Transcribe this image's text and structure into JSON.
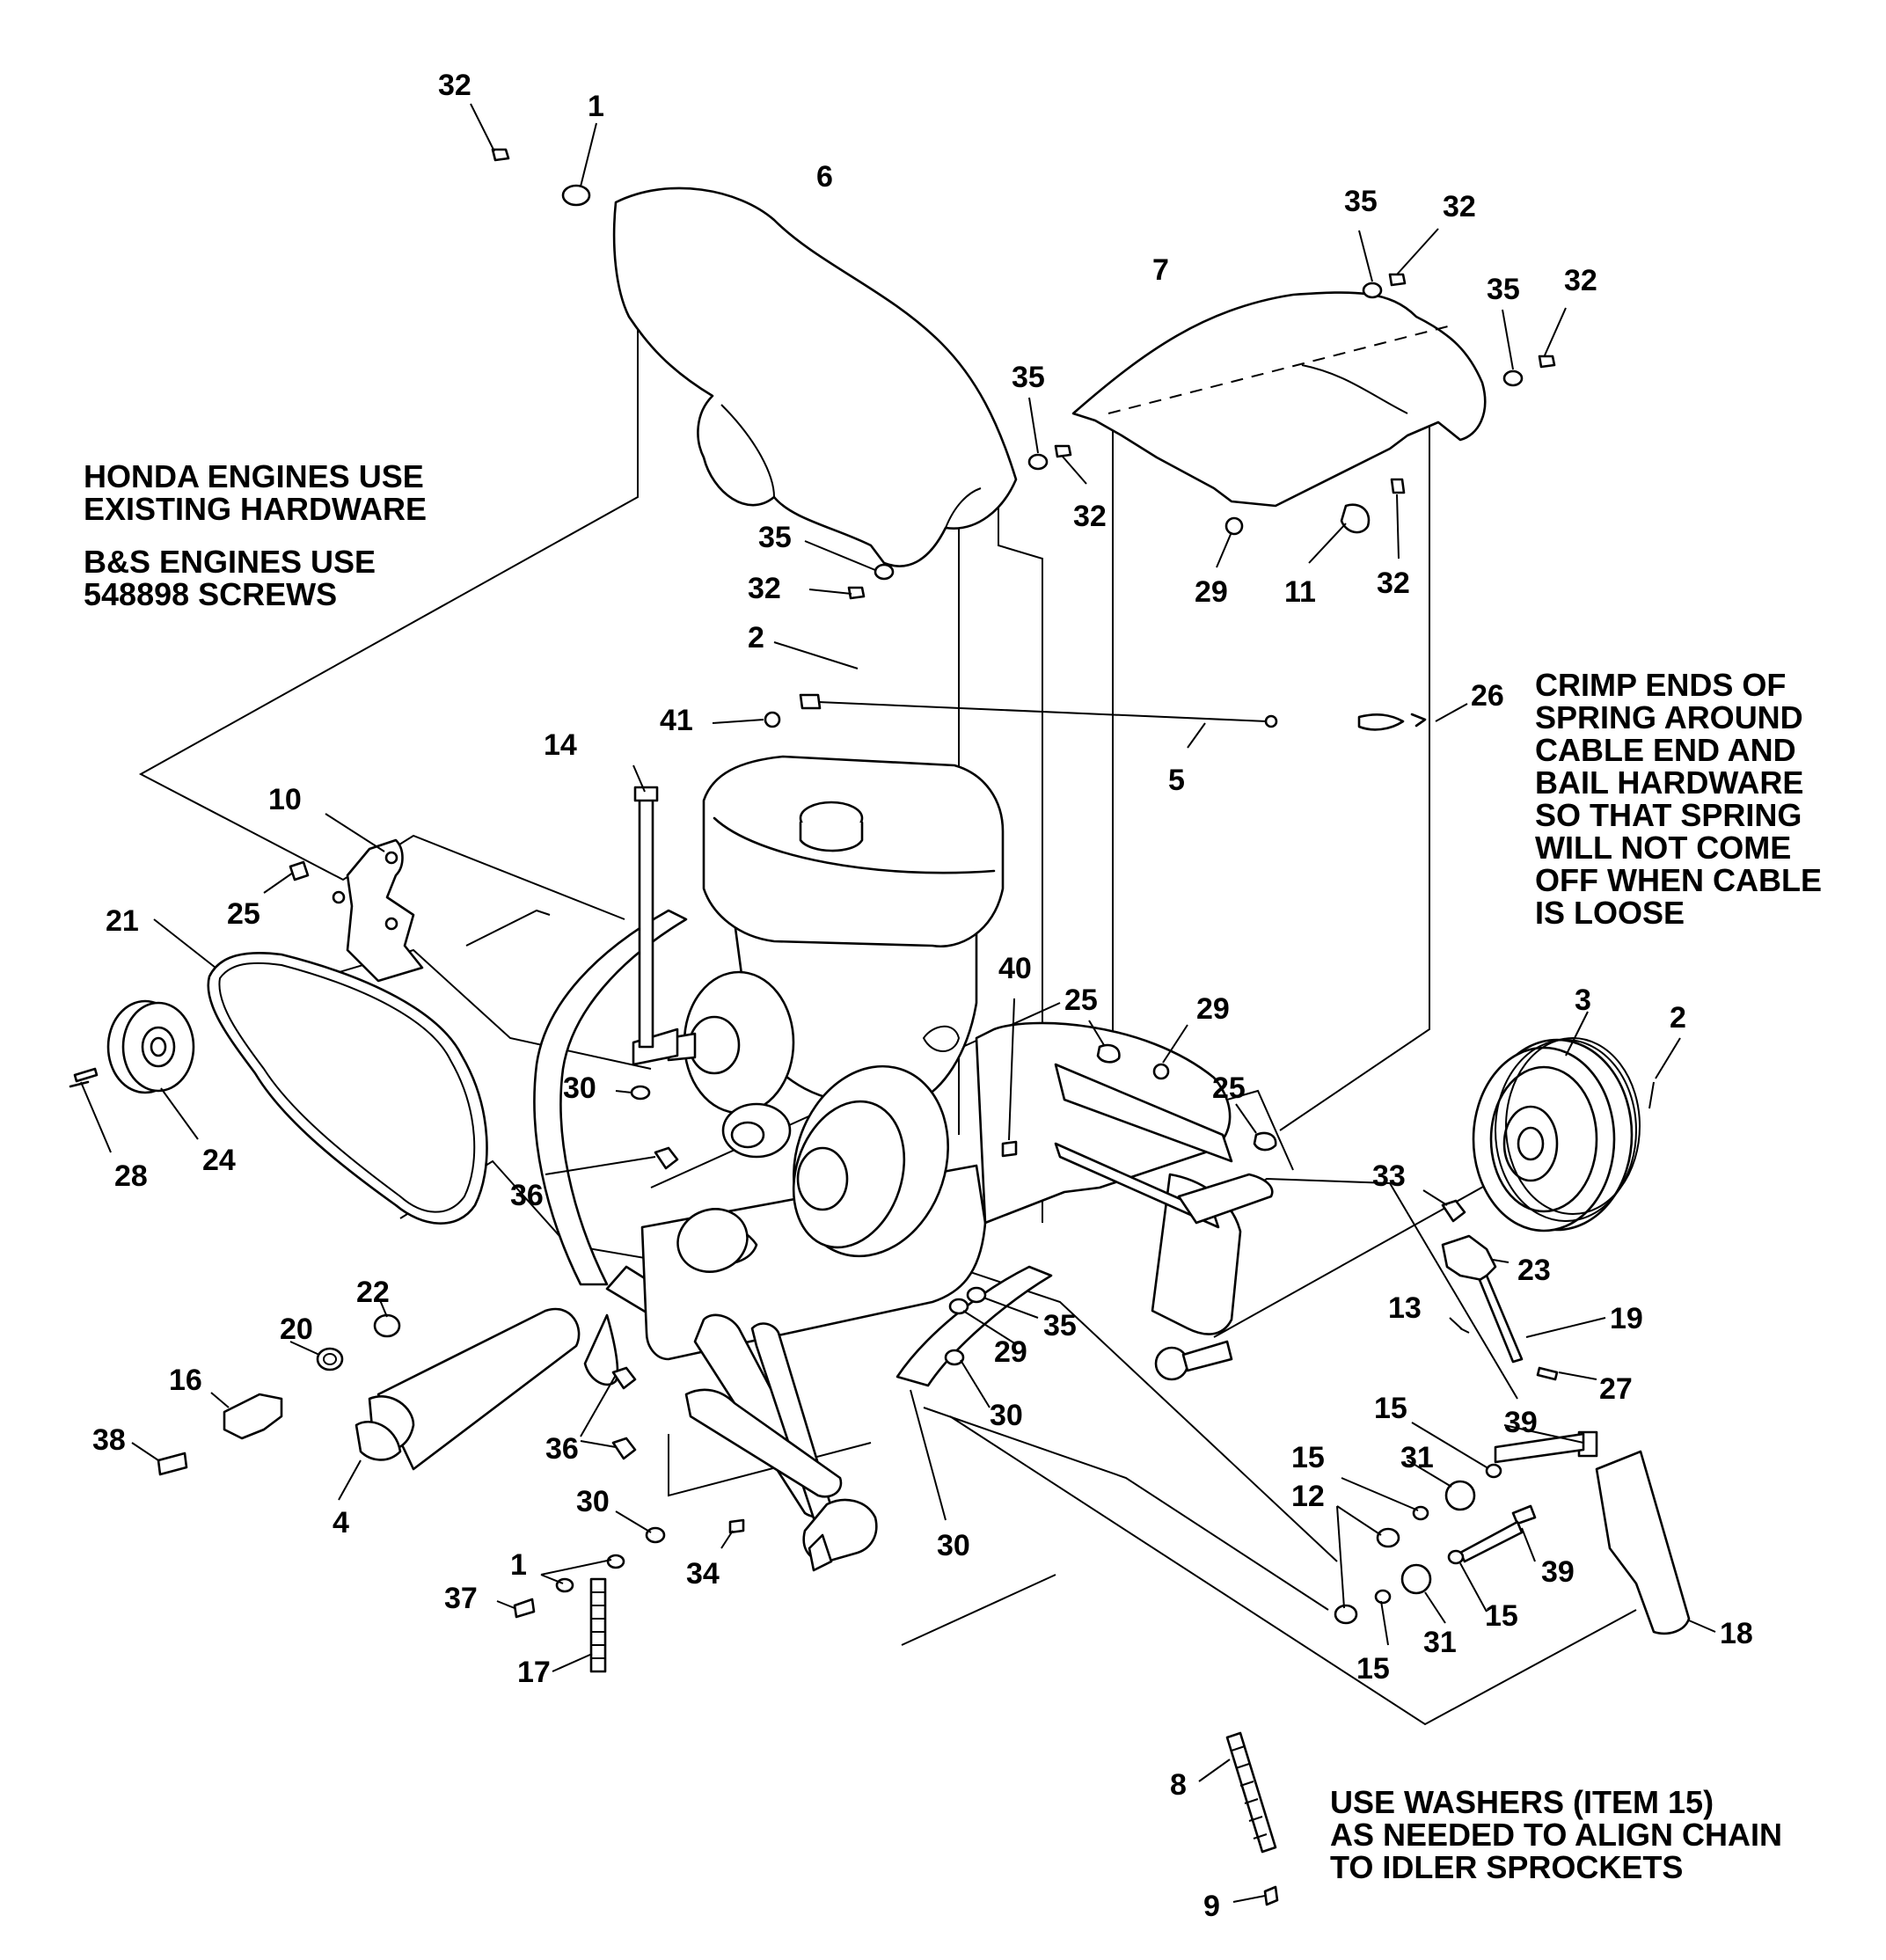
{
  "notes": {
    "honda": "HONDA ENGINES USE\nEXISTING HARDWARE",
    "bs": "B&S ENGINES USE\n548898 SCREWS",
    "crimp": "CRIMP ENDS OF\nSPRING AROUND\nCABLE END AND\nBAIL HARDWARE\nSO THAT SPRING\nWILL NOT COME\nOFF WHEN CABLE\nIS LOOSE",
    "washers": "USE WASHERS (ITEM 15)\nAS NEEDED TO ALIGN CHAIN\nTO IDLER SPROCKETS"
  },
  "callouts": [
    {
      "id": "c-32-a",
      "text": "32"
    },
    {
      "id": "c-1-a",
      "text": "1"
    },
    {
      "id": "c-6",
      "text": "6"
    },
    {
      "id": "c-35-a",
      "text": "35"
    },
    {
      "id": "c-32-b",
      "text": "32"
    },
    {
      "id": "c-7",
      "text": "7"
    },
    {
      "id": "c-35-b",
      "text": "35"
    },
    {
      "id": "c-32-c",
      "text": "32"
    },
    {
      "id": "c-35-c",
      "text": "35"
    },
    {
      "id": "c-32-d",
      "text": "32"
    },
    {
      "id": "c-35-d",
      "text": "35"
    },
    {
      "id": "c-32-e",
      "text": "32"
    },
    {
      "id": "c-29-a",
      "text": "29"
    },
    {
      "id": "c-11",
      "text": "11"
    },
    {
      "id": "c-32-f",
      "text": "32"
    },
    {
      "id": "c-2-a",
      "text": "2"
    },
    {
      "id": "c-41",
      "text": "41"
    },
    {
      "id": "c-5",
      "text": "5"
    },
    {
      "id": "c-26",
      "text": "26"
    },
    {
      "id": "c-14",
      "text": "14"
    },
    {
      "id": "c-10",
      "text": "10"
    },
    {
      "id": "c-25-a",
      "text": "25"
    },
    {
      "id": "c-21",
      "text": "21"
    },
    {
      "id": "c-24",
      "text": "24"
    },
    {
      "id": "c-28",
      "text": "28"
    },
    {
      "id": "c-40",
      "text": "40"
    },
    {
      "id": "c-25-b",
      "text": "25"
    },
    {
      "id": "c-29-b",
      "text": "29"
    },
    {
      "id": "c-25-c",
      "text": "25"
    },
    {
      "id": "c-3",
      "text": "3"
    },
    {
      "id": "c-2-b",
      "text": "2"
    },
    {
      "id": "c-30-a",
      "text": "30"
    },
    {
      "id": "c-36-a",
      "text": "36"
    },
    {
      "id": "c-33",
      "text": "33"
    },
    {
      "id": "c-23",
      "text": "23"
    },
    {
      "id": "c-13",
      "text": "13"
    },
    {
      "id": "c-19",
      "text": "19"
    },
    {
      "id": "c-27",
      "text": "27"
    },
    {
      "id": "c-22",
      "text": "22"
    },
    {
      "id": "c-20",
      "text": "20"
    },
    {
      "id": "c-16",
      "text": "16"
    },
    {
      "id": "c-38",
      "text": "38"
    },
    {
      "id": "c-4",
      "text": "4"
    },
    {
      "id": "c-29-c",
      "text": "29"
    },
    {
      "id": "c-35-e",
      "text": "35"
    },
    {
      "id": "c-36-b",
      "text": "36"
    },
    {
      "id": "c-30-b",
      "text": "30"
    },
    {
      "id": "c-30-c",
      "text": "30"
    },
    {
      "id": "c-15-a",
      "text": "15"
    },
    {
      "id": "c-39-a",
      "text": "39"
    },
    {
      "id": "c-15-b",
      "text": "15"
    },
    {
      "id": "c-31-a",
      "text": "31"
    },
    {
      "id": "c-12",
      "text": "12"
    },
    {
      "id": "c-30-d",
      "text": "30"
    },
    {
      "id": "c-34",
      "text": "34"
    },
    {
      "id": "c-1-b",
      "text": "1"
    },
    {
      "id": "c-37",
      "text": "37"
    },
    {
      "id": "c-17",
      "text": "17"
    },
    {
      "id": "c-39-b",
      "text": "39"
    },
    {
      "id": "c-15-c",
      "text": "15"
    },
    {
      "id": "c-15-d",
      "text": "15"
    },
    {
      "id": "c-31-b",
      "text": "31"
    },
    {
      "id": "c-18",
      "text": "18"
    },
    {
      "id": "c-8",
      "text": "8"
    },
    {
      "id": "c-9",
      "text": "9"
    }
  ]
}
